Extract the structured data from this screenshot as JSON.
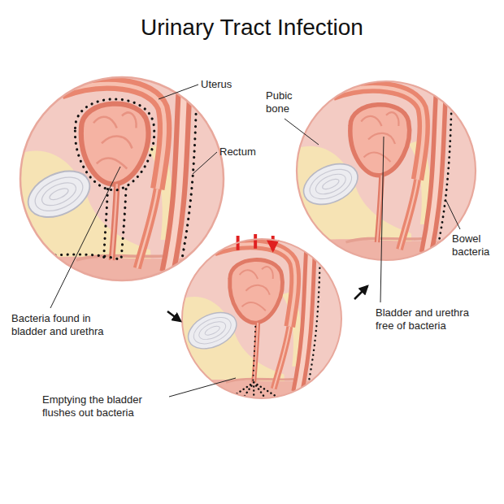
{
  "diagram": {
    "title": "Urinary Tract Infection",
    "labels": [
      "Uterus",
      "Rectum",
      "Pubic bone",
      "Bowel bacteria",
      "Bacteria found in bladder and urethra",
      "Emptying the bladder flushes out bacteria",
      "Bladder and urethra free of bacteria"
    ]
  }
}
